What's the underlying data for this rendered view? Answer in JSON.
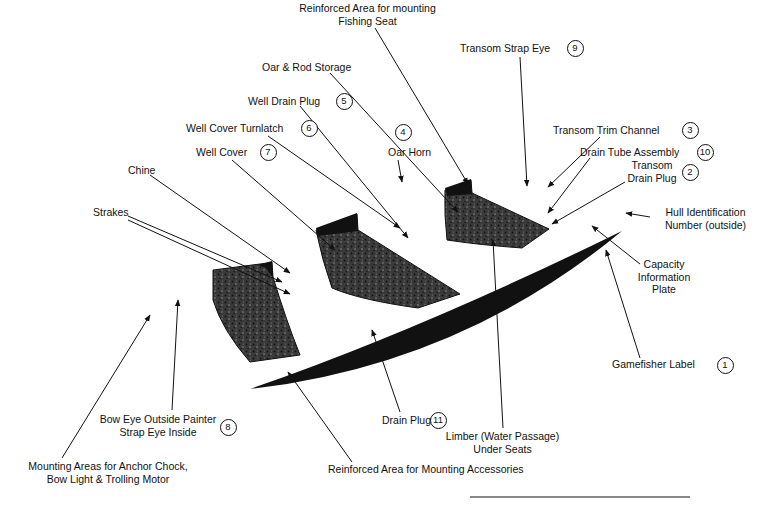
{
  "diagram": {
    "nodes": [
      {
        "text": [
          "9"
        ]
      },
      {
        "text": [
          "5"
        ]
      },
      {
        "text": [
          "6"
        ]
      },
      {
        "text": [
          "7"
        ]
      },
      {
        "text": [
          "4"
        ]
      },
      {
        "text": [
          "3"
        ]
      },
      {
        "text": [
          "10"
        ]
      },
      {
        "text": [
          "2"
        ]
      },
      {
        "text": [
          "1"
        ]
      },
      {
        "text": [
          "8"
        ]
      },
      {
        "text": [
          "11"
        ]
      }
    ],
    "labels": [
      "Reinforced Area for mounting Fishing Seat",
      "Transom Strap Eye",
      "Oar & Rod Storage",
      "Well Drain Plug",
      "Well Cover Turnlatch",
      "Oar Horn",
      "Transom Trim Channel",
      "Well Cover",
      "Drain Tube Assembly",
      "Transom Drain Plug",
      "Chine",
      "Hull Identification Number (outside)",
      "Strakes",
      "Capacity Information Plate",
      "Gamefisher Label",
      "Drain Plug",
      "Bow Eye Outside Painter Strap Eye Inside",
      "Limber (Water Passage) Under Seats",
      "Mounting Areas for Anchor Chock, Bow Light & Trolling Motor",
      "Reinforced Area for Mounting Accessories"
    ]
  }
}
